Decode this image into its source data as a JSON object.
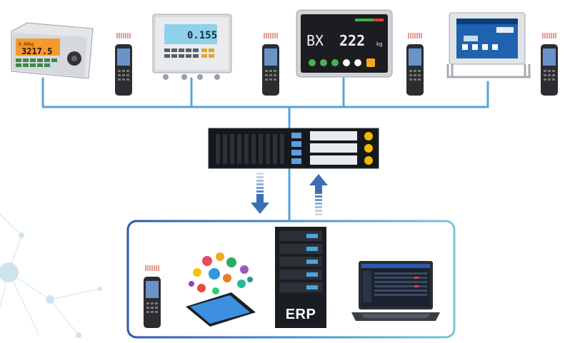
{
  "devices": {
    "indicator1": {
      "line1": "0.00kg",
      "line2": "3217.5"
    },
    "indicator2": {
      "line1": "0.155"
    },
    "indicator3": {
      "line1": "BX",
      "line2": "222",
      "unit": "kg"
    }
  },
  "erp": {
    "label": "ERP"
  },
  "colors": {
    "connector": "#5aa3d6",
    "accent": "#f5b800",
    "arrow_down": "#3a6fb8",
    "arrow_up": "#3a6fb8",
    "frame": "#7fc4de"
  }
}
